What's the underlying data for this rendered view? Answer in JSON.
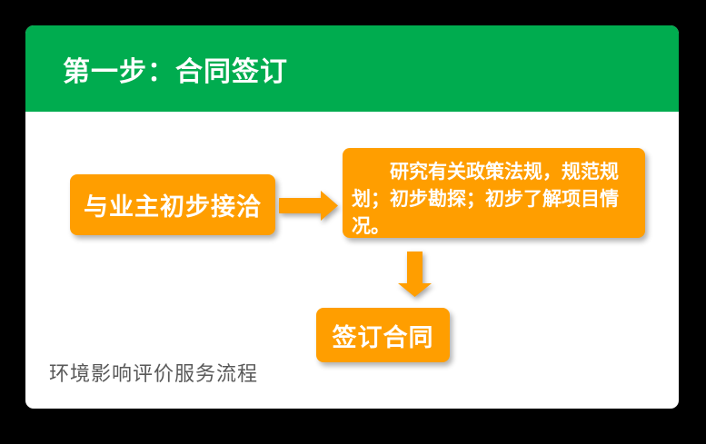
{
  "slide": {
    "title": "第一步：合同签订",
    "caption": "环境影响评价服务流程"
  },
  "flowchart": {
    "step1_label": "与业主初步接洽",
    "step2_text": "研究有关政策法规，规范规划；初步勘探；初步了解项目情况。",
    "step3_label": "签订合同",
    "arrow1": "right-arrow",
    "arrow2": "down-arrow"
  },
  "colors": {
    "page_background": "#000000",
    "card_background": "#FFFFFF",
    "header_green": "#00AC4F",
    "box_orange": "#FF9E00",
    "box_text_white": "#FFFFFF",
    "caption_gray": "#595959"
  }
}
